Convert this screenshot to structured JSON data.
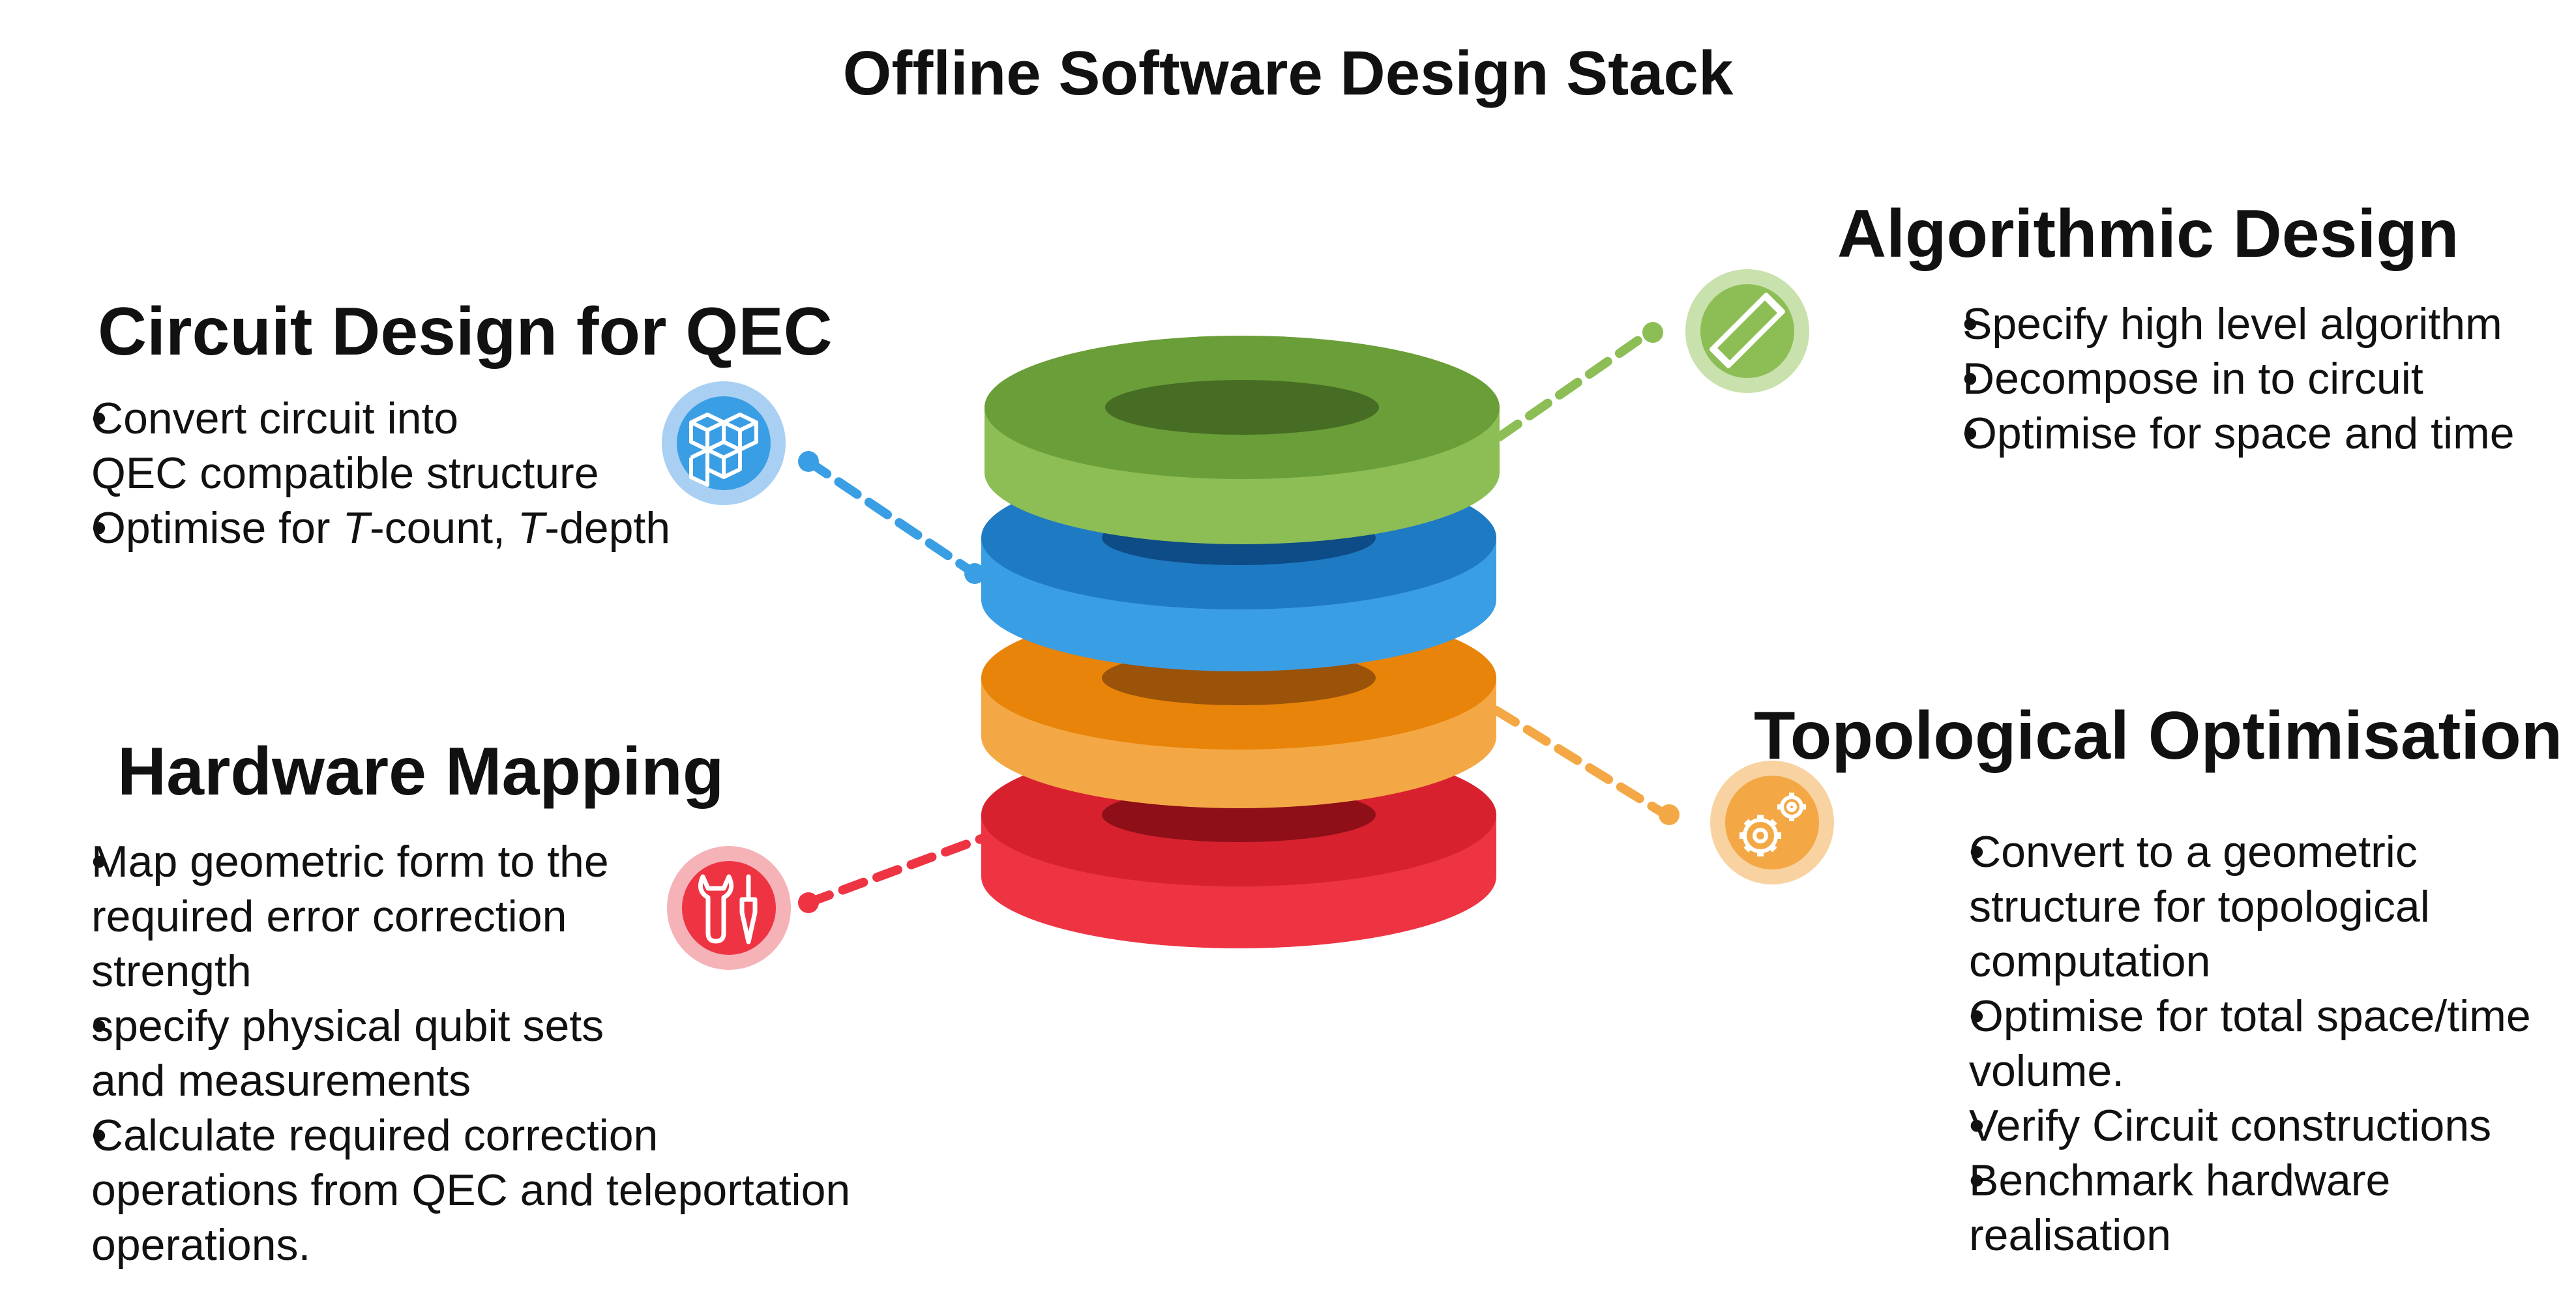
{
  "title": "Offline Software Design Stack",
  "colors": {
    "green": "#8cbe55",
    "blue": "#3a9ee4",
    "orange": "#f3a845",
    "red": "#ee3443"
  },
  "sections": {
    "circuit": {
      "title": "Circuit Design for QEC",
      "icon": "cubes-icon",
      "bullets": [
        "Convert circuit into\nQEC compatible structure",
        "Optimise for T-count, T-depth"
      ]
    },
    "algorithmic": {
      "title": "Algorithmic Design",
      "icon": "pencil-ruler-icon",
      "bullets": [
        "Specify high level algorithm",
        "Decompose in to circuit",
        "Optimise for space and time"
      ]
    },
    "hardware": {
      "title": "Hardware Mapping",
      "icon": "tools-icon",
      "bullets": [
        "Map geometric form to the\nrequired error correction\nstrength",
        "specify physical qubit sets\nand measurements",
        "Calculate required correction\noperations from QEC and teleportation\noperations."
      ]
    },
    "topological": {
      "title": "Topological Optimisation",
      "icon": "gears-icon",
      "bullets": [
        "Convert to a geometric\nstructure for topological\ncomputation",
        "Optimise for total space/time\nvolume.",
        "Verify Circuit constructions",
        "Benchmark hardware\nrealisation"
      ]
    }
  }
}
